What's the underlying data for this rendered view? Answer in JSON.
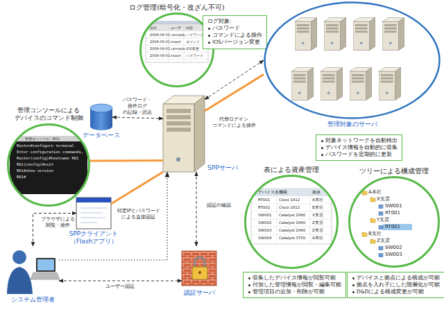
{
  "diagram": {
    "nodes": [
      {
        "text": [
          "ログ管理(暗号化・改ざん不可)"
        ]
      },
      {
        "text": [
          "ログ対象:",
          "パスワード",
          "コマンドによる操作",
          "IOSバージョン変更"
        ]
      },
      {
        "text": [
          "管理対象のサーバ"
        ]
      },
      {
        "text": [
          "対象ネットワークを自動検出",
          "デバイス情報を自動的に収集",
          "パスワードを定期的に更新"
        ]
      },
      {
        "text": [
          "管理コンソールによる デバイスのコマンド制御"
        ]
      },
      {
        "text": [
          "データベース"
        ]
      },
      {
        "text": [
          "SPPサーバ"
        ]
      },
      {
        "text": [
          "SPPクライアント （Flashアプリ）"
        ]
      },
      {
        "text": [
          "システム管理者"
        ]
      },
      {
        "text": [
          "認証サーバ"
        ]
      },
      {
        "text": [
          "表による資産管理"
        ]
      },
      {
        "text": [
          "収集したデバイス情報が閲覧可能",
          "付加した管理情報が閲覧・編集可能",
          "管理項目の追加・削除が可能"
        ]
      },
      {
        "text": [
          "ツリーによる構成管理"
        ]
      },
      {
        "text": [
          "デバイスと拠点による構成が可能",
          "拠点を入れ子にした階層化が可能",
          "D&Dによる構成変更が可能"
        ]
      }
    ],
    "edges": [
      {
        "from": 5,
        "to": 6,
        "label": "パスワード・操作ログ の記録・読込",
        "arrow": "both"
      },
      {
        "from": 6,
        "to": 2,
        "label": "代替ログイン コマンドによる操作",
        "arrow": "both"
      },
      {
        "from": 4,
        "to": 6,
        "arrow": "none"
      },
      {
        "from": 6,
        "to": 2,
        "arrow": "none"
      },
      {
        "from": 6,
        "to": 7,
        "arrow": "none"
      },
      {
        "from": 8,
        "to": 7,
        "label": "ブラウザによる 閲覧・操作",
        "arrow": "both"
      },
      {
        "from": 8,
        "to": 6,
        "label": "特定IPとパスワード による直接認証",
        "arrow": "to"
      },
      {
        "from": 6,
        "to": 9,
        "label": "認証の確認",
        "arrow": "both"
      },
      {
        "from": 8,
        "to": 9,
        "label": "ユーザー認証",
        "arrow": "both"
      }
    ],
    "labels": [
      "日付",
      "ユーザ",
      "内容",
      "2008-09-01",
      "carnada",
      "パスワード",
      "2008-09-01",
      "esaori",
      "コマンド",
      "2008-09-01",
      "carnada",
      "IOS変更",
      "2008-09-01",
      "esaori",
      "パスワード",
      "管理コンソール - R01",
      "Router#configure terminal",
      "Enter configuration commands,",
      "Router(config)#hostname R01",
      "R01(config)#exit",
      "R01#show version",
      "R01#",
      "デバイス名",
      "機種",
      "拠点",
      "RT001",
      "Cisco 1812",
      "A本社",
      "RT002",
      "Cisco 1812",
      "B支社",
      "SW001",
      "Catalyst 2960",
      "X支店",
      "SW002",
      "Catalyst 2960",
      "Z支店",
      "SW003",
      "Catalyst 2960",
      "Z支店",
      "SW004",
      "Catalyst 3750",
      "A本社",
      "A本社",
      "X支店",
      "SW001",
      "RT001",
      "Y支店",
      "RT001",
      "B支社",
      "Z支店",
      "SW002",
      "SW003"
    ]
  }
}
